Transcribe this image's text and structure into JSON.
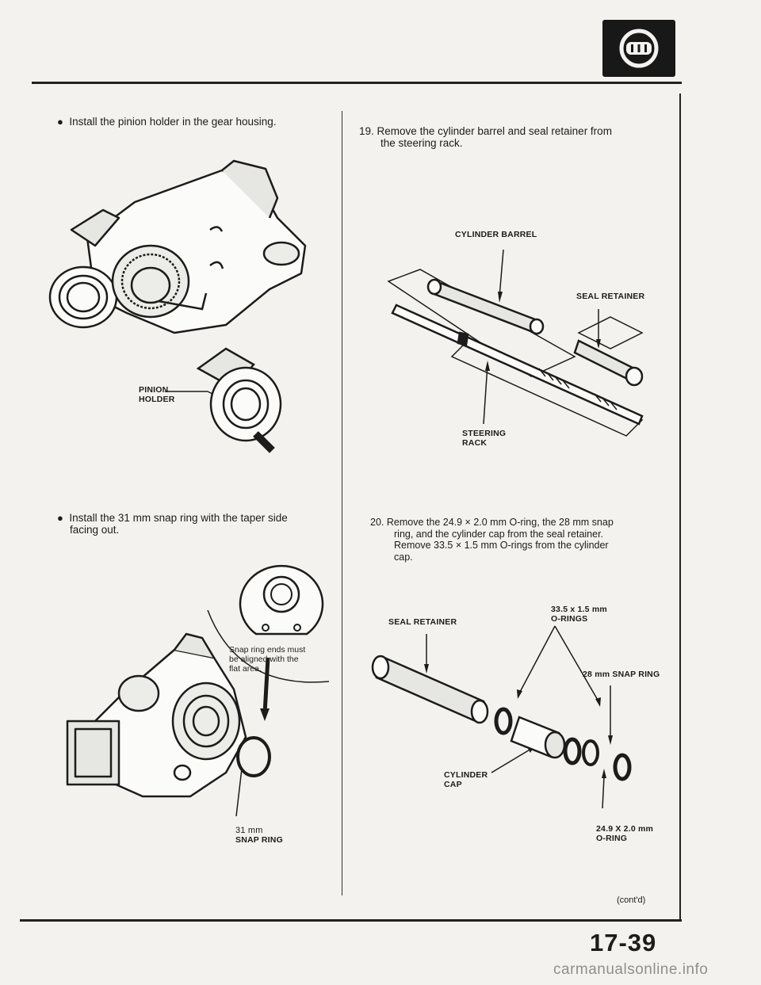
{
  "left": {
    "step_a": "Install the pinion holder in the gear housing.",
    "pinion_label_1": "PINION",
    "pinion_label_2": "HOLDER",
    "step_b_line1": "Install the 31 mm snap ring with the taper side",
    "step_b_line2": "facing out.",
    "note_line1": "Snap ring ends must",
    "note_line2": "be aligned with the",
    "note_line3": "flat area.",
    "snap_label_1": "31 mm",
    "snap_label_2": "SNAP RING"
  },
  "right": {
    "step19_num": "19.",
    "step19_line1": "Remove the cylinder barrel and seal retainer from",
    "step19_line2": "the steering rack.",
    "label_cylinder_barrel": "CYLINDER BARREL",
    "label_seal_retainer_1": "SEAL RETAINER",
    "label_steering_1": "STEERING",
    "label_steering_2": "RACK",
    "step20_num": "20.",
    "step20_line1": "Remove the 24.9 × 2.0 mm O-ring, the 28 mm snap",
    "step20_line2": "ring, and the cylinder cap from the seal retainer.",
    "step20_line3": "Remove 33.5 × 1.5 mm O-rings from the cylinder",
    "step20_line4": "cap.",
    "label_orings_1": "33.5 x 1.5 mm",
    "label_orings_2": "O-RINGS",
    "label_seal_retainer_2": "SEAL RETAINER",
    "label_snap_ring": "28 mm SNAP RING",
    "label_cap_1": "CYLINDER",
    "label_cap_2": "CAP",
    "label_oring_1": "24.9 X 2.0 mm",
    "label_oring_2": "O-RING",
    "contd": "(cont'd)"
  },
  "footer": {
    "page_number": "17-39",
    "watermark": "carmanualsonline.info"
  },
  "colors": {
    "paper": "#f3f2ee",
    "ink": "#1c1c1c",
    "badge": "#181818"
  }
}
